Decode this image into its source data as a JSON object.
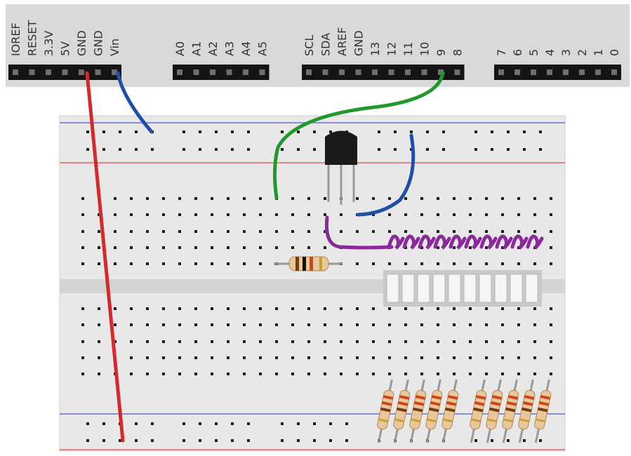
{
  "colors": {
    "board": "#d9d9d9",
    "board_edge": "#c8c8c8",
    "header_socket": "#141414",
    "header_pin": "#6e6e6e",
    "breadboard": "#e8e8e8",
    "rail_red": "#e06060",
    "rail_blue": "#6b6fd6",
    "hole": "#1e1e1e",
    "wire_red": "#d42a2a",
    "wire_blue": "#1f4fa6",
    "wire_green": "#1f9a2a",
    "wire_purple": "#8a2a9a",
    "led_segment": "#f5f5f5",
    "led_frame": "#c9c9c9",
    "resistor_body": "#e8c79a",
    "transistor": "#1a1a1a"
  },
  "arduino": {
    "power_header": {
      "labels": [
        "IOREF",
        "RESET",
        "3.3V",
        "5V",
        "GND",
        "GND",
        "Vin"
      ]
    },
    "analog_header": {
      "labels": [
        "A0",
        "A1",
        "A2",
        "A3",
        "A4",
        "A5"
      ]
    },
    "digital_high_header": {
      "labels": [
        "SCL",
        "SDA",
        "AREF",
        "GND",
        "13",
        "12",
        "11",
        "10",
        "9",
        "8"
      ]
    },
    "digital_low_header": {
      "labels": [
        "7",
        "6",
        "5",
        "4",
        "3",
        "2",
        "1",
        "0"
      ]
    }
  },
  "components": {
    "transistor": "transistor",
    "base_resistor": "resistor",
    "led_bargraph": "led-bar-graph",
    "segment_resistors": "resistor-array"
  }
}
